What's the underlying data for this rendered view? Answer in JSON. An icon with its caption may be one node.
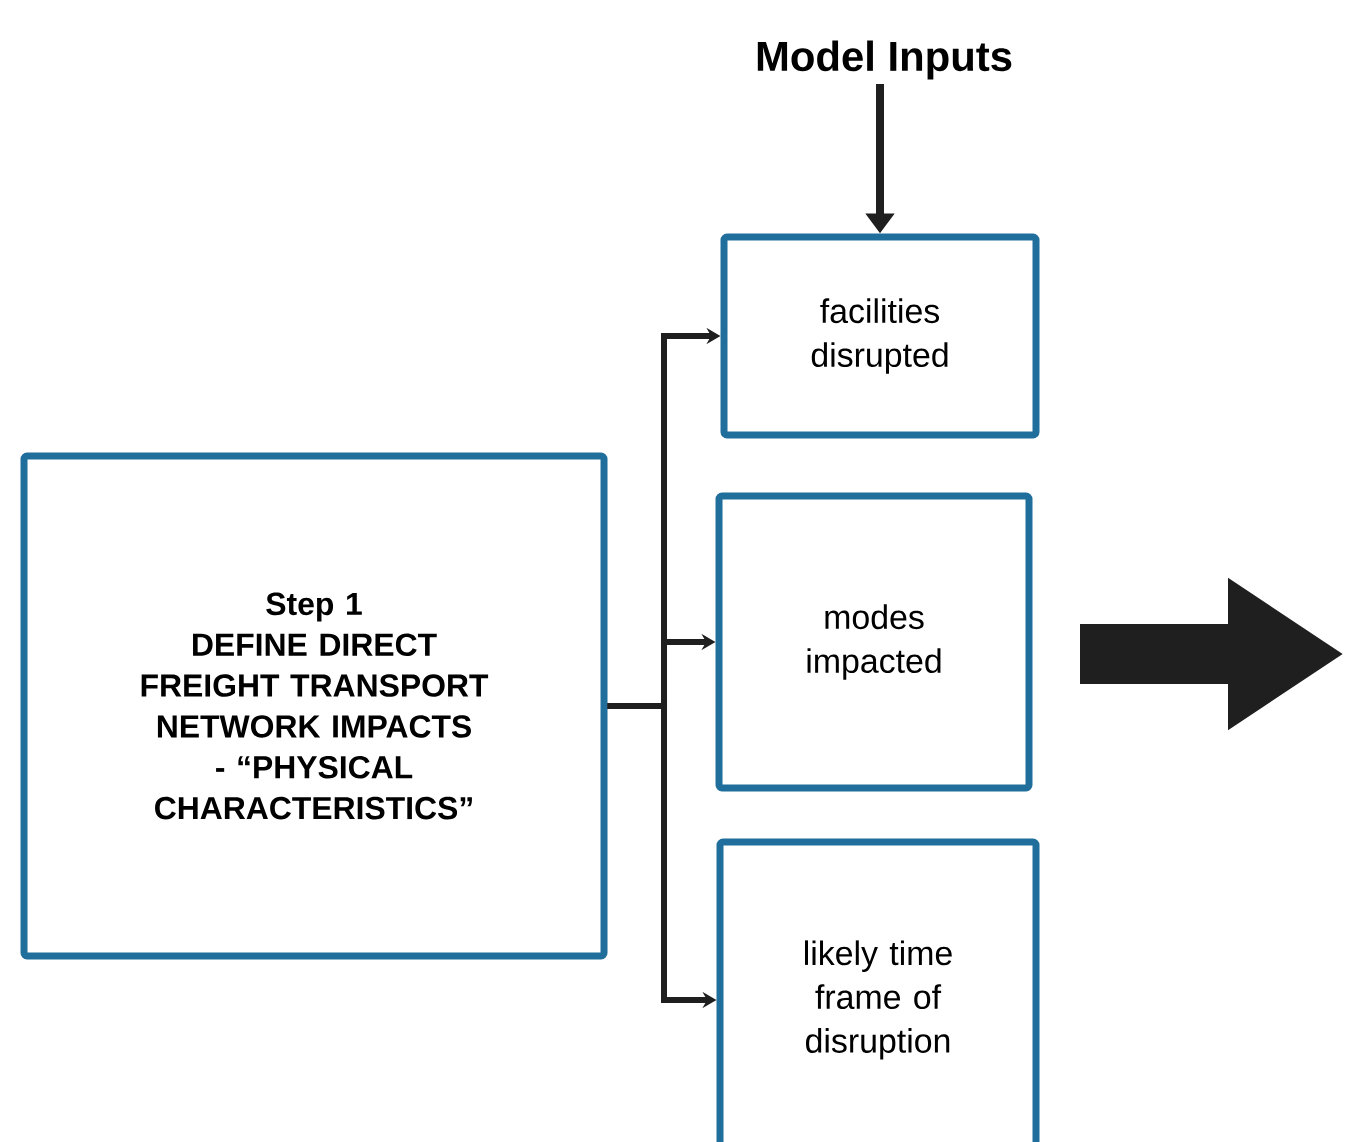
{
  "diagram": {
    "nodes": [
      {
        "text": [
          "Model Inputs"
        ]
      },
      {
        "text": [
          "Step 1",
          "DEFINE DIRECT FREIGHT TRANSPORT NETWORK IMPACTS - “PHYSICAL CHARACTERISTICS”"
        ]
      },
      {
        "text": [
          "facilities disrupted"
        ]
      },
      {
        "text": [
          "modes impacted"
        ]
      },
      {
        "text": [
          "likely time frame of disruption"
        ]
      }
    ],
    "edges": [
      {
        "from": 0,
        "to": 2,
        "arrow": "to"
      },
      {
        "from": 1,
        "to": 2,
        "arrow": "to"
      },
      {
        "from": 1,
        "to": 3,
        "arrow": "to"
      },
      {
        "from": 1,
        "to": 4,
        "arrow": "to"
      }
    ]
  }
}
